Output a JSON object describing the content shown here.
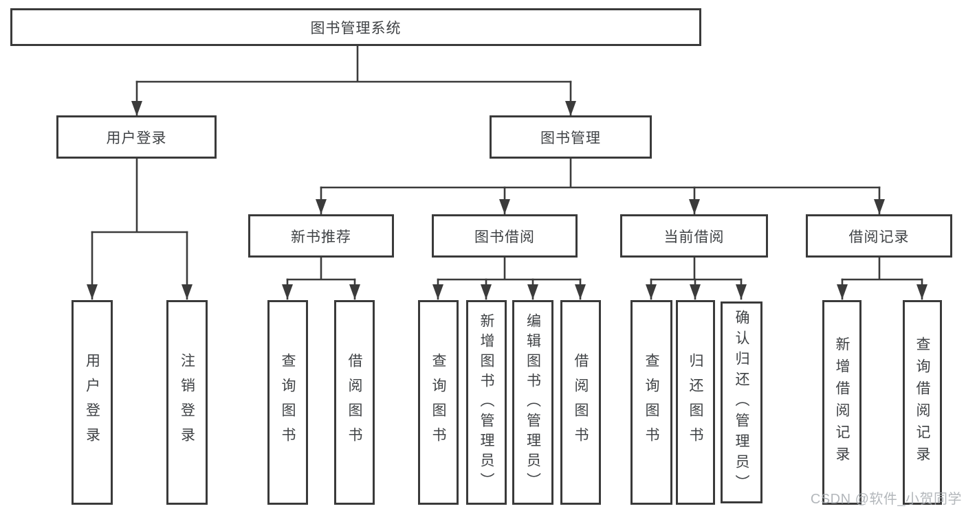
{
  "colors": {
    "line": "#3b3b3b",
    "box_border": "#3a3a3a",
    "text": "#3f4245",
    "watermark": "#a6abb0",
    "background": "#ffffff"
  },
  "watermark": "CSDN @软件_小贺同学",
  "tree": {
    "label": "图书管理系统",
    "children": [
      {
        "label": "用户登录",
        "children": [
          {
            "label": "用户登录"
          },
          {
            "label": "注销登录"
          }
        ]
      },
      {
        "label": "图书管理",
        "children": [
          {
            "label": "新书推荐",
            "children": [
              {
                "label": "查询图书"
              },
              {
                "label": "借阅图书"
              }
            ]
          },
          {
            "label": "图书借阅",
            "children": [
              {
                "label": "查询图书"
              },
              {
                "label": "新增图书（管理员）"
              },
              {
                "label": "编辑图书（管理员）"
              },
              {
                "label": "借阅图书"
              }
            ]
          },
          {
            "label": "当前借阅",
            "children": [
              {
                "label": "查询图书"
              },
              {
                "label": "归还图书"
              },
              {
                "label": "确认归还（管理员）"
              }
            ]
          },
          {
            "label": "借阅记录",
            "children": [
              {
                "label": "新增借阅记录"
              },
              {
                "label": "查询借阅记录"
              }
            ]
          }
        ]
      }
    ]
  }
}
